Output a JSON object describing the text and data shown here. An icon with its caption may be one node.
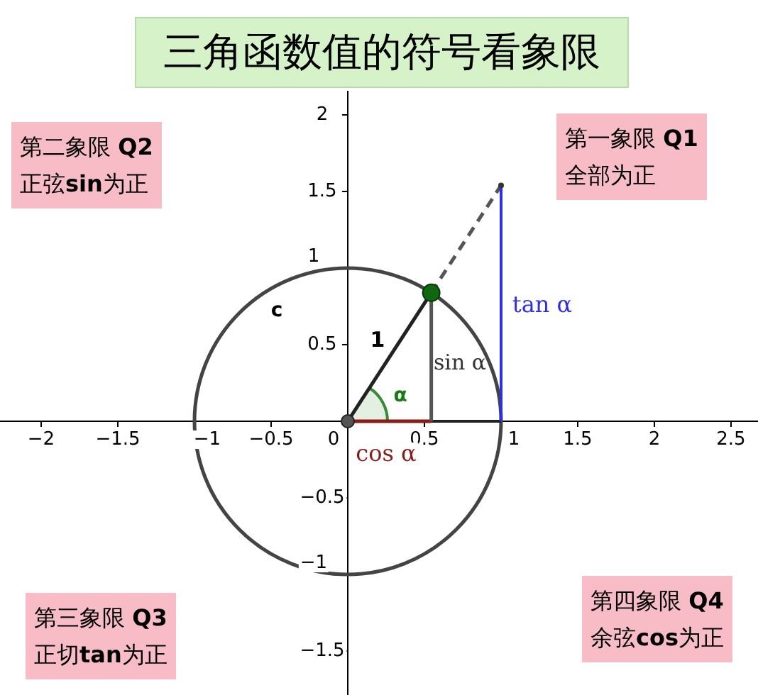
{
  "diagram": {
    "title": "三角函数值的符号看象限",
    "nodes": [
      {
        "text": [
          "第二象限 **Q2**",
          "正弦**sin**为正"
        ]
      },
      {
        "text": [
          "第一象限 **Q1**",
          "全部为正"
        ]
      },
      {
        "text": [
          "第三象限 **Q3**",
          "正切**tan**为正"
        ]
      },
      {
        "text": [
          "第四象限 **Q4**",
          "余弦**cos**为正"
        ]
      }
    ],
    "labels": [
      "2",
      "1.5",
      "1",
      "0.5",
      "−0.5",
      "−1",
      "−1.5",
      "−2",
      "−1.5",
      "−1",
      "−0.5",
      "0",
      "0.5",
      "1",
      "1.5",
      "2",
      "2.5",
      "c",
      "1",
      "α",
      "sin α",
      "cos α",
      "tan α"
    ]
  }
}
